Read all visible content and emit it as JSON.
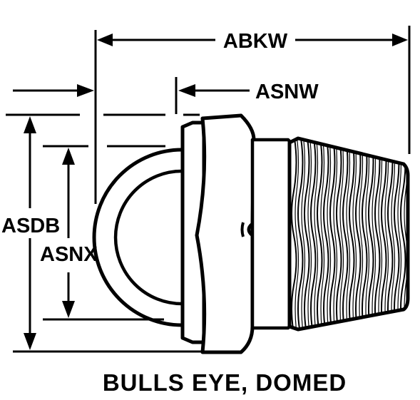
{
  "labels": {
    "abkw": "ABKW",
    "asnw": "ASNW",
    "asdb": "ASDB",
    "asnx": "ASNX"
  },
  "caption": "BULLS EYE, DOMED",
  "colors": {
    "ink": "#000000",
    "paper": "#ffffff"
  }
}
